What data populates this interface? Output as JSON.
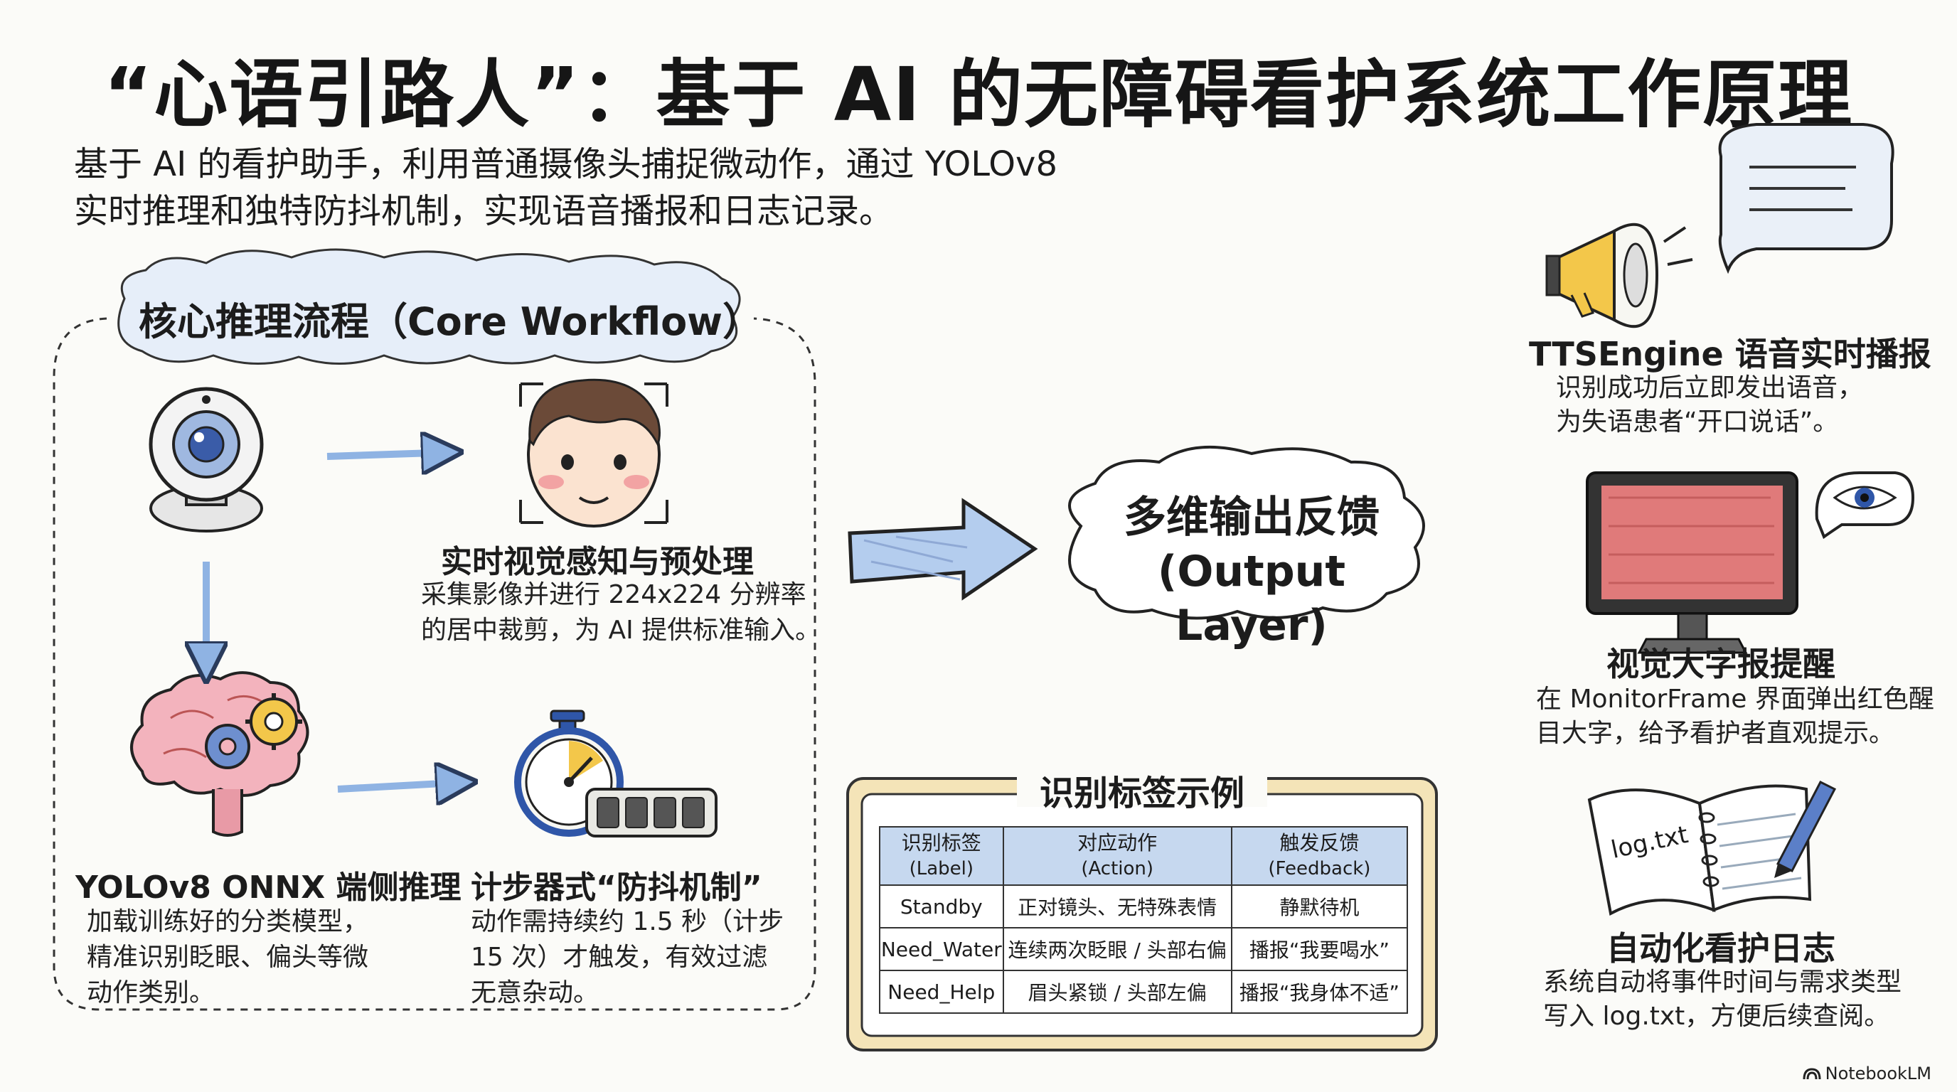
{
  "title": "“心语引路人”：基于 AI 的无障碍看护系统工作原理",
  "intro": {
    "line1": "基于 AI 的看护助手，利用普通摄像头捕捉微动作，通过 YOLOv8",
    "line2": "实时推理和独特防抖机制，实现语音播报和日志记录。"
  },
  "core": {
    "title": "核心推理流程（Core Workflow）",
    "step1": {
      "title": "实时视觉感知与预处理",
      "desc": [
        "采集影像并进行 224x224 分辨率",
        "的居中裁剪，为 AI 提供标准输入。"
      ]
    },
    "step2": {
      "title": "YOLOv8 ONNX 端侧推理",
      "desc": [
        "加载训练好的分类模型，",
        "精准识别眨眼、偏头等微",
        "动作类别。"
      ]
    },
    "step3": {
      "title": "计步器式“防抖机制”",
      "desc": [
        "动作需持续约 1.5 秒（计步",
        "15 次）才触发，有效过滤",
        "无意杂动。"
      ]
    }
  },
  "output": {
    "line1": "多维输出反馈",
    "line2": "(Output Layer)"
  },
  "features": [
    {
      "title": "TTSEngine 语音实时播报",
      "desc": [
        "识别成功后立即发出语音，",
        "为失语患者“开口说话”。"
      ],
      "icon": "megaphone-icon"
    },
    {
      "title": "视觉大字报提醒",
      "desc": [
        "在 MonitorFrame 界面弹出红色醒",
        "目大字，给予看护者直观提示。"
      ],
      "icon": "monitor-icon"
    },
    {
      "title": "自动化看护日志",
      "desc": [
        "系统自动将事件时间与需求类型",
        "写入 log.txt，方便后续查阅。"
      ],
      "icon": "notebook-icon",
      "notebook_text": "log.txt"
    }
  ],
  "table": {
    "title": "识别标签示例",
    "headers": [
      {
        "cn": "识别标签",
        "en": "(Label)"
      },
      {
        "cn": "对应动作",
        "en": "(Action)"
      },
      {
        "cn": "触发反馈",
        "en": "(Feedback)"
      }
    ],
    "rows": [
      [
        "Standby",
        "正对镜头、无特殊表情",
        "静默待机"
      ],
      [
        "Need_Water",
        "连续两次眨眼 / 头部右偏",
        "播报“我要喝水”"
      ],
      [
        "Need_Help",
        "眉头紧锁 / 头部左偏",
        "播报“我身体不适”"
      ]
    ]
  },
  "watermark": "NotebookLM",
  "colors": {
    "arrow_blue": "#8fb3e3",
    "accent_red": "#e07a7a",
    "label_yellow": "#f4e4b8"
  }
}
